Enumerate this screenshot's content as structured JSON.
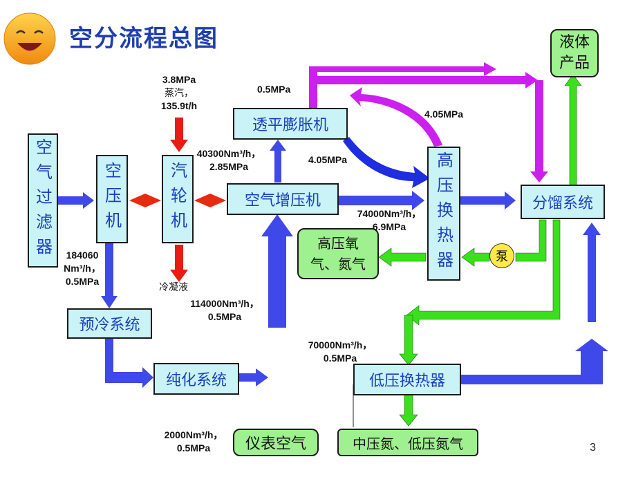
{
  "title": "空分流程总图",
  "page_number": "3",
  "boxes": {
    "air_filter": "空气过滤器",
    "air_compressor": "空压机",
    "turbine": "汽轮机",
    "booster": "空气增压机",
    "expander": "透平膨胀机",
    "hp_exchanger": "高压换热器",
    "fractionation": "分馏系统",
    "precooling": "预冷系统",
    "purification": "纯化系统",
    "lp_exchanger": "低压换热器"
  },
  "products": {
    "liquid": "液体产品",
    "hp_oxygen_nitrogen": "高压氧气、氮气",
    "instrument_air": "仪表空气",
    "mp_lp_nitrogen": "中压氮、低压氮气"
  },
  "pump": "泵",
  "labels": {
    "steam_line1": "3.8MPa",
    "steam_line2": "蒸汽，",
    "steam_line3": "135.9t/h",
    "condensate": "冷凝液",
    "air_flow_1": "184060",
    "air_flow_2": "Nm³/h，",
    "air_flow_3": "0.5MPa",
    "expander_flow_1": "40300Nm³/h，",
    "expander_flow_2": "2.85MPa",
    "expander_out": "0.5MPa",
    "hp_pressure_top": "4.05MPa",
    "hp_pressure_mid": "4.05MPa",
    "hp_flow_1": "74000Nm³/h，",
    "hp_flow_2": "6.9MPa",
    "booster_in_1": "114000Nm³/h，",
    "booster_in_2": "0.5MPa",
    "lp_flow_1": "70000Nm³/h，",
    "lp_flow_2": "0.5MPa",
    "inst_flow_1": "2000Nm³/h，",
    "inst_flow_2": "0.5MPa"
  },
  "colors": {
    "box_fill": "#c9f3f7",
    "box_text": "#1a3fc0",
    "product_fill": "#9ff08f",
    "air_arrow": "#3f48e8",
    "steam_arrow": "#e81c10",
    "product_arrow": "#3ae01c",
    "expander_arrow": "#cc20ee",
    "coupling": "#e82a10"
  }
}
